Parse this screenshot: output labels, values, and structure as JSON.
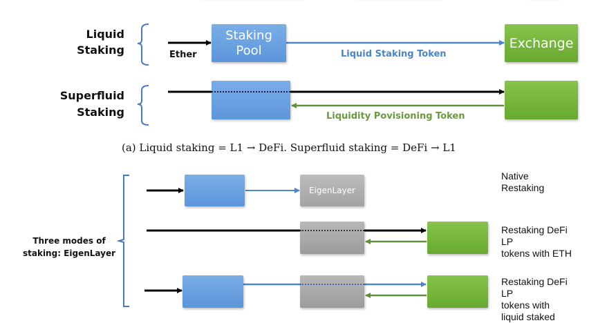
{
  "top": {
    "rows": [
      {
        "name": "liquid-staking",
        "label_lines": [
          "Liquid",
          "Staking"
        ],
        "input_label": "Ether",
        "pool_box": {
          "line1": "Staking",
          "line2": "Pool"
        },
        "exchange_box": "Exchange",
        "flow_label": "Liquid Staking Token"
      },
      {
        "name": "superfluid-staking",
        "label_lines": [
          "Superfluid",
          "Staking"
        ],
        "flow_label": "Liquidity Povisioning Token"
      }
    ],
    "caption": "(a) Liquid staking = L1 → DeFi. Superfluid staking = DeFi → L1"
  },
  "bottom": {
    "group_label_lines": [
      "Three modes of",
      "staking: EigenLayer"
    ],
    "eigenlayer_box": "EigenLayer",
    "modes": [
      {
        "lines": [
          "Native",
          "Restaking"
        ]
      },
      {
        "lines": [
          "Restaking DeFi",
          "LP",
          "tokens with ETH"
        ]
      },
      {
        "lines": [
          "Restaking DeFi",
          "LP",
          "tokens with",
          "liquid staked"
        ]
      }
    ]
  },
  "colors": {
    "blue_box": "#6aa2e0",
    "green_box": "#77b73e",
    "gray_box": "#acacac",
    "blue_arrow": "#4a86c8",
    "green_arrow": "#5f8f3a",
    "black_arrow": "#000000",
    "bracket": "#4a78bd",
    "blue_text": "#4a86c8",
    "green_text": "#6a9a3c"
  }
}
